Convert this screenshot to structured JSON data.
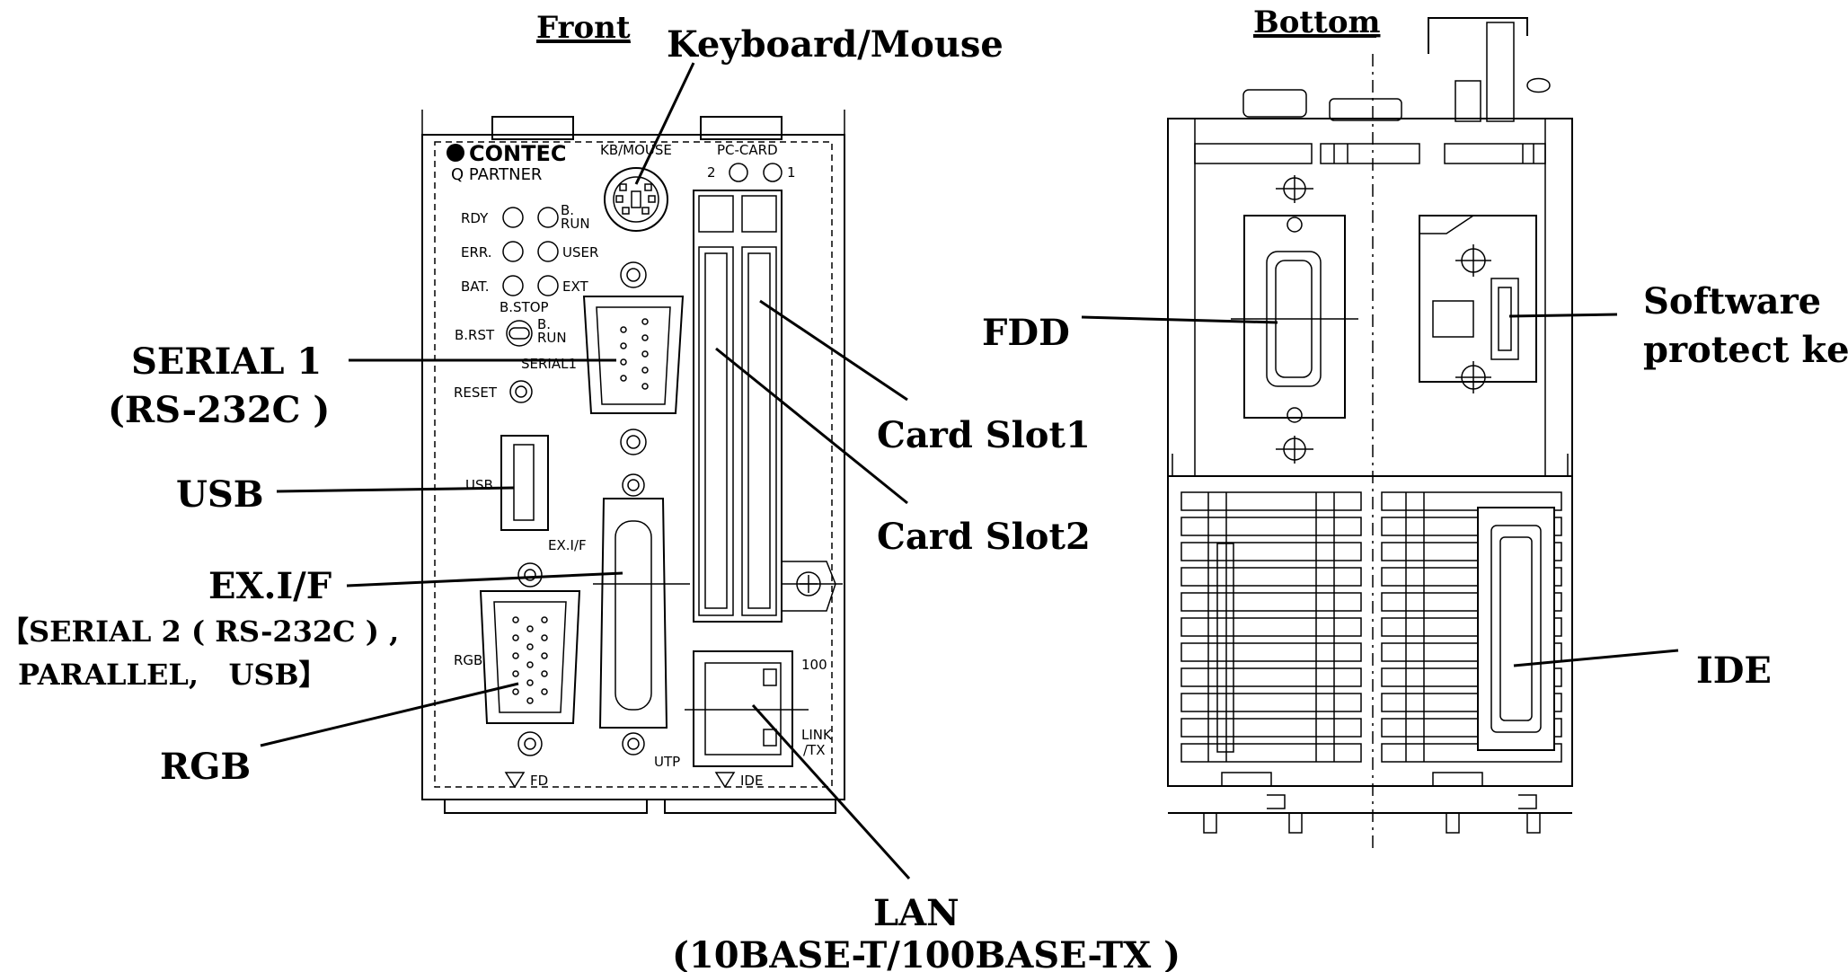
{
  "headers": {
    "front": "Front",
    "bottom": "Bottom"
  },
  "callouts": {
    "keyboard_mouse": "Keyboard/Mouse",
    "serial1": [
      "SERIAL 1",
      "(RS-232C )"
    ],
    "usb": "USB",
    "exif": "EX.I/F",
    "exif_detail": [
      "【SERIAL 2 ( RS-232C ) ,",
      "PARALLEL,   USB】"
    ],
    "rgb": "RGB",
    "card_slot1": "Card Slot1",
    "card_slot2": "Card Slot2",
    "lan": [
      "LAN",
      "(10BASE-T/100BASE-TX )"
    ],
    "fdd": "FDD",
    "software_protect_key": [
      "Software",
      "protect key"
    ],
    "ide": "IDE"
  },
  "panel_labels": {
    "brand": "CONTEC",
    "model": "Q PARTNER",
    "kb_mouse": "KB/MOUSE",
    "pc_card": "PC-CARD",
    "pc_card_2": "2",
    "pc_card_1": "1",
    "rdy": "RDY",
    "err": "ERR.",
    "bat": "BAT.",
    "b_run": [
      "B.",
      "RUN"
    ],
    "user": "USER",
    "ext": "EXT",
    "b_stop": "B.STOP",
    "b_rst": "B.RST",
    "b_run_switch": [
      "B.",
      "RUN"
    ],
    "serial1": "SERIAL1",
    "reset": "RESET",
    "usb": "USB",
    "exif": "EX.I/F",
    "rgb": "RGB",
    "fd": "FD",
    "utp": "UTP",
    "ide": "IDE",
    "lan_100": "100",
    "link_tx": [
      "LINK",
      "/TX"
    ]
  }
}
